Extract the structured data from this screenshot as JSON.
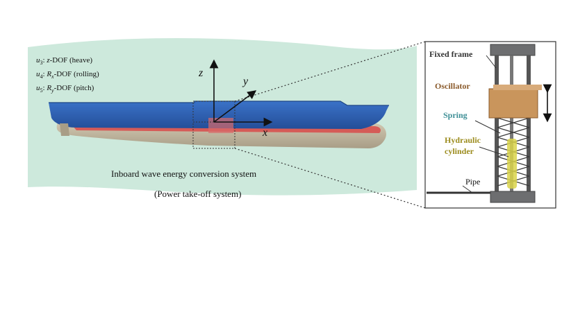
{
  "dof": {
    "heave": {
      "var": "u",
      "sub": "3",
      "sep": ": ",
      "axis": "z",
      "rest": "-DOF (heave)"
    },
    "roll": {
      "var": "u",
      "sub": "4",
      "sep": ": ",
      "axis": "R",
      "axis_sub": "x",
      "rest": "-DOF (rolling)"
    },
    "pitch": {
      "var": "u",
      "sub": "5",
      "sep": ": ",
      "axis": "R",
      "axis_sub": "y",
      "rest": "-DOF (pitch)"
    }
  },
  "axes": {
    "z": "z",
    "y": "y",
    "x": "x"
  },
  "captions": {
    "main": "Inboard wave energy conversion system",
    "sub": "(Power take-off system)"
  },
  "detail": {
    "fixed_frame": "Fixed frame",
    "oscillator": "Oscillator",
    "spring": "Spring",
    "hydraulic_1": "Hydraulic",
    "hydraulic_2": "cylinder",
    "pipe": "Pipe"
  },
  "colors": {
    "water": "#cde9dc",
    "hull_top": "#2f63b8",
    "hull_bottom": "#c9bfa8",
    "waterline": "#d84a4a",
    "oscillator": "#c9955c",
    "oscillator_label": "#8a5a2b",
    "spring_label": "#3e8f96",
    "hydraulic_label": "#9c8c1e",
    "frame": "#6d6e70"
  }
}
